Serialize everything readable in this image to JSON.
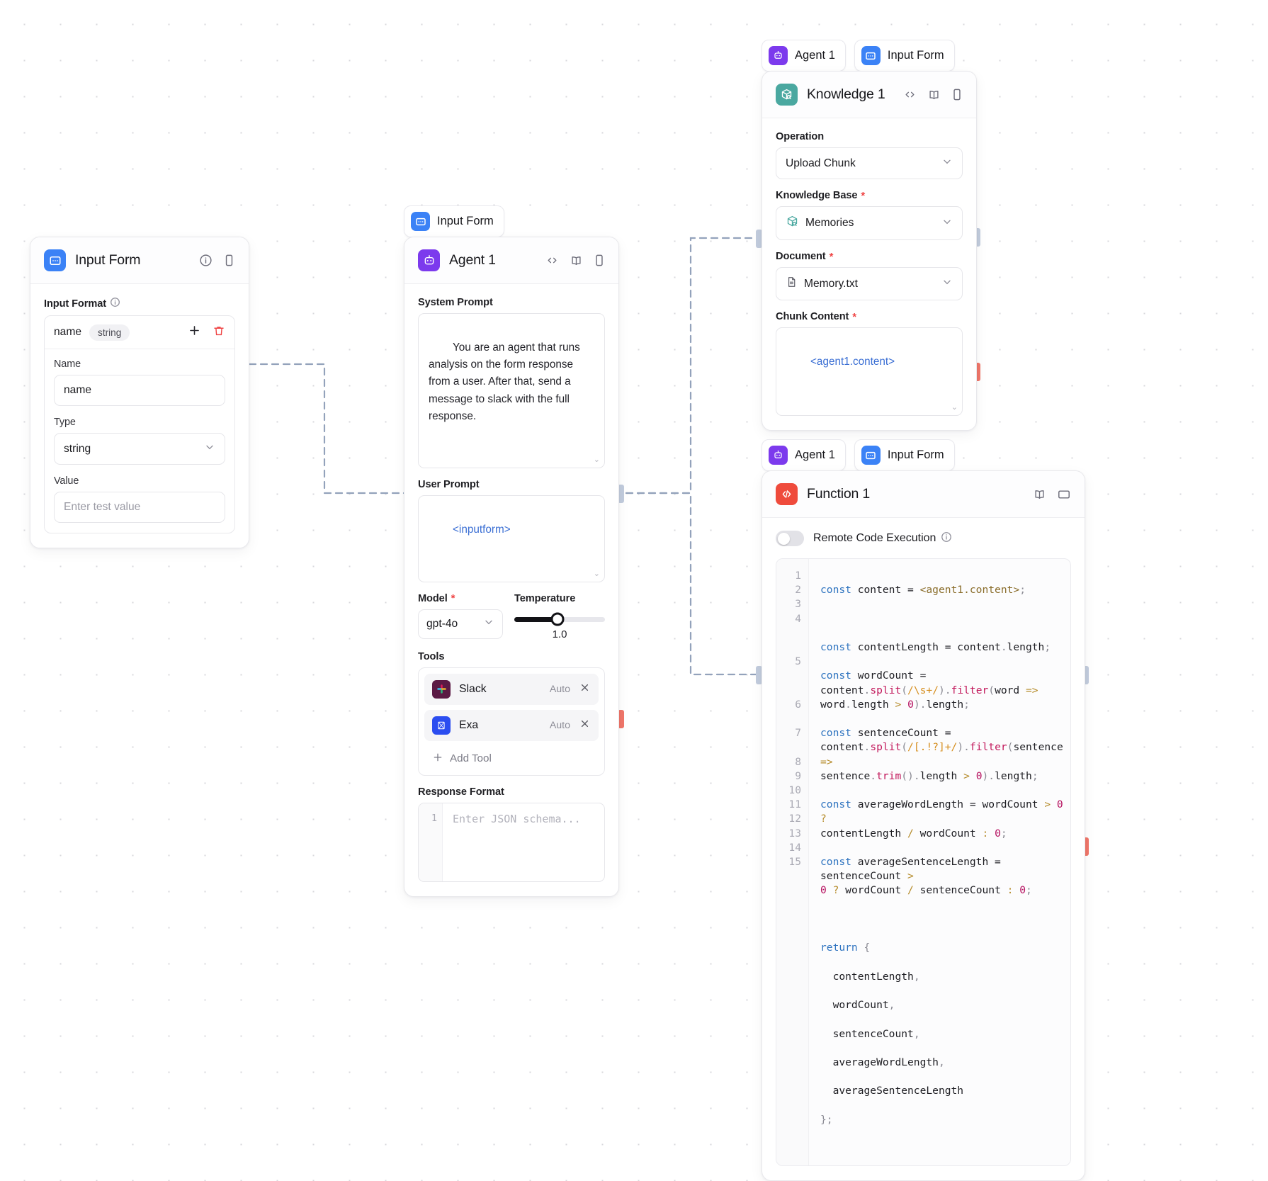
{
  "canvas": {
    "chips": {
      "agent1": "Agent 1",
      "input_form": "Input Form"
    }
  },
  "input_form_node": {
    "title": "Input Form",
    "section_label": "Input Format",
    "format_row": {
      "name": "name",
      "type_pill": "string"
    },
    "fields": {
      "name_label": "Name",
      "name_value": "name",
      "type_label": "Type",
      "type_value": "string",
      "value_label": "Value",
      "value_placeholder": "Enter test value"
    }
  },
  "agent_chip": {
    "label": "Input Form"
  },
  "agent_node": {
    "title": "Agent 1",
    "system_prompt_label": "System Prompt",
    "system_prompt_value": "You are an agent that runs analysis on the form response from a user. After that, send a message to slack with the full response.",
    "user_prompt_label": "User Prompt",
    "user_prompt_value": "<inputform>",
    "model_label": "Model",
    "model_value": "gpt-4o",
    "temperature_label": "Temperature",
    "temperature_value": "1.0",
    "tools_label": "Tools",
    "tools": [
      {
        "name": "Slack",
        "mode": "Auto"
      },
      {
        "name": "Exa",
        "mode": "Auto"
      }
    ],
    "add_tool_label": "Add Tool",
    "response_format_label": "Response Format",
    "response_format_placeholder": "Enter JSON schema...",
    "response_format_line": "1"
  },
  "knowledge_node": {
    "title": "Knowledge 1",
    "operation_label": "Operation",
    "operation_value": "Upload Chunk",
    "knowledge_base_label": "Knowledge Base",
    "knowledge_base_value": "Memories",
    "document_label": "Document",
    "document_value": "Memory.txt",
    "chunk_content_label": "Chunk Content",
    "chunk_content_value": "<agent1.content>"
  },
  "function_node": {
    "title": "Function 1",
    "remote_label": "Remote Code Execution",
    "code_lines": [
      {
        "n": "1",
        "text": "const content = <agent1.content>;"
      },
      {
        "n": "2",
        "text": ""
      },
      {
        "n": "3",
        "text": "const contentLength = content.length;"
      },
      {
        "n": "4",
        "text": "const wordCount = content.split(/\\s+/).filter(word => word.length > 0).length;"
      },
      {
        "n": "5",
        "text": "const sentenceCount = content.split(/[.!?]+/).filter(sentence => sentence.trim().length > 0).length;"
      },
      {
        "n": "6",
        "text": "const averageWordLength = wordCount > 0 ? contentLength / wordCount : 0;"
      },
      {
        "n": "7",
        "text": "const averageSentenceLength = sentenceCount > 0 ? wordCount / sentenceCount : 0;"
      },
      {
        "n": "8",
        "text": ""
      },
      {
        "n": "9",
        "text": "return {"
      },
      {
        "n": "10",
        "text": "  contentLength,"
      },
      {
        "n": "11",
        "text": "  wordCount,"
      },
      {
        "n": "12",
        "text": "  sentenceCount,"
      },
      {
        "n": "13",
        "text": "  averageWordLength,"
      },
      {
        "n": "14",
        "text": "  averageSentenceLength"
      },
      {
        "n": "15",
        "text": "};"
      }
    ]
  },
  "colors": {
    "input_form": "#3b82f6",
    "agent": "#7c3aed",
    "knowledge": "#4aa8a0",
    "function": "#ef4b3c",
    "variable": "#3b6fd4",
    "required": "#ef4444"
  }
}
